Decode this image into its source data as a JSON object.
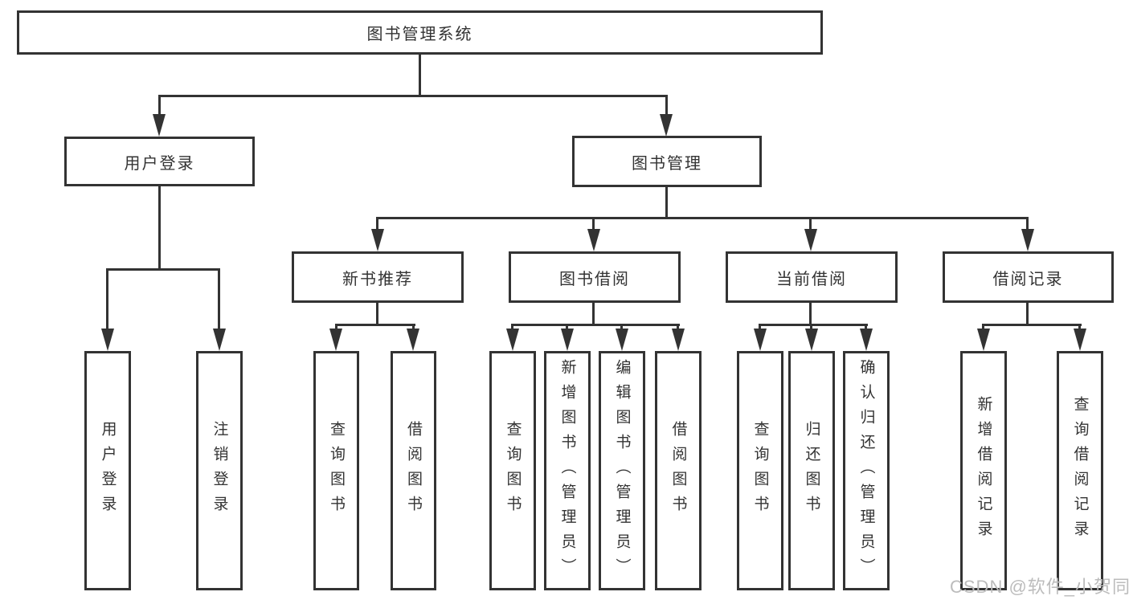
{
  "watermark": "CSDN @软件_小贺同学",
  "colors": {
    "line": "#333333",
    "text": "#333333",
    "background": "#ffffff",
    "watermark": "#bcbcbc"
  },
  "tree": {
    "root_label": "图书管理系统",
    "branches": [
      {
        "label": "用户登录",
        "children": [
          {
            "label": "用户登录"
          },
          {
            "label": "注销登录"
          }
        ]
      },
      {
        "label": "图书管理",
        "children": [
          {
            "label": "新书推荐",
            "children": [
              {
                "label": "查询图书"
              },
              {
                "label": "借阅图书"
              }
            ]
          },
          {
            "label": "图书借阅",
            "children": [
              {
                "label": "查询图书"
              },
              {
                "label": "新增图书（管理员）"
              },
              {
                "label": "编辑图书（管理员）"
              },
              {
                "label": "借阅图书"
              }
            ]
          },
          {
            "label": "当前借阅",
            "children": [
              {
                "label": "查询图书"
              },
              {
                "label": "归还图书"
              },
              {
                "label": "确认归还（管理员）"
              }
            ]
          },
          {
            "label": "借阅记录",
            "children": [
              {
                "label": "新增借阅记录"
              },
              {
                "label": "查询借阅记录"
              }
            ]
          }
        ]
      }
    ]
  }
}
